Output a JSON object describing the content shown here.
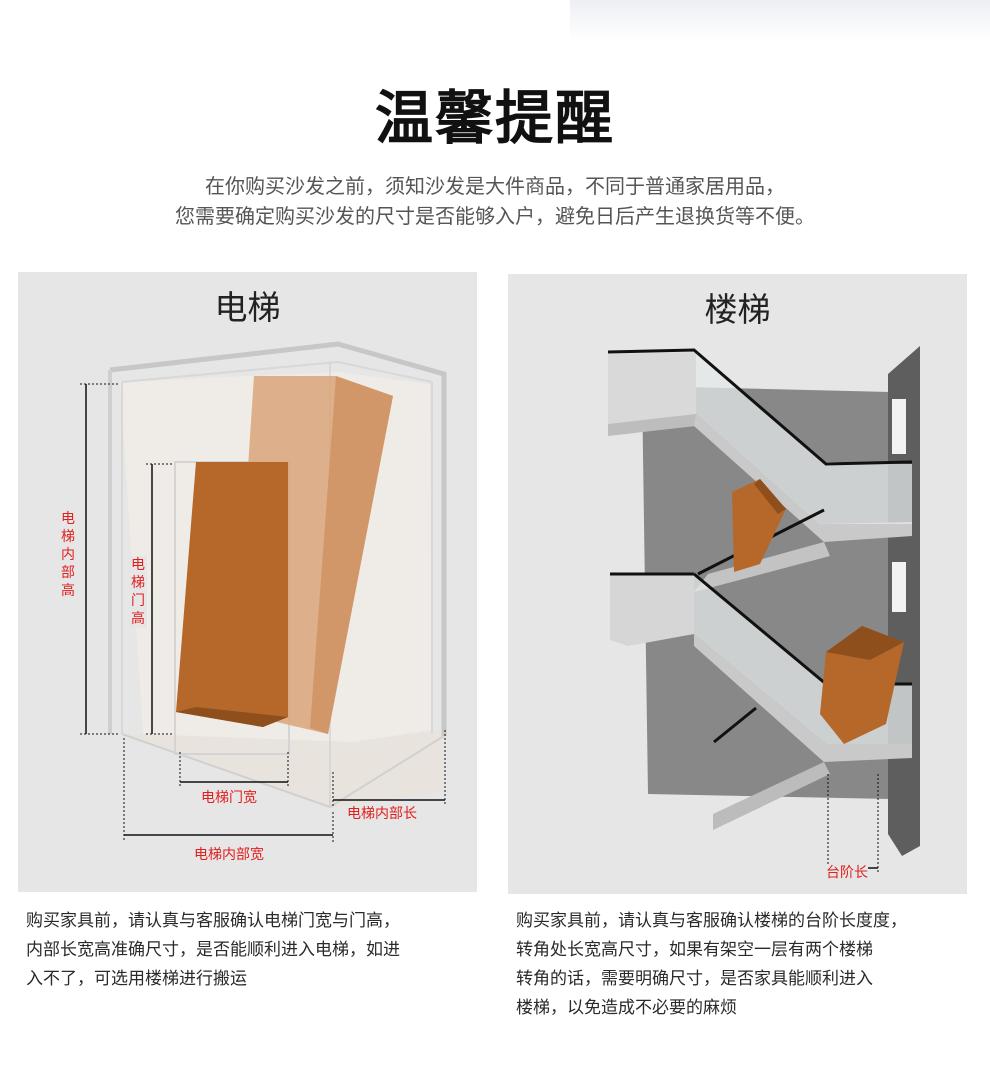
{
  "heading": {
    "title": "温馨提醒"
  },
  "intro": {
    "line1": "在你购买沙发之前，须知沙发是大件商品，不同于普通家居用品，",
    "line2": "您需要确定购买沙发的尺寸是否能够入户，避免日后产生退换货等不便。"
  },
  "elevator": {
    "title": "电梯",
    "labels": {
      "inner_height": "电梯内部高",
      "door_height": "电梯门高",
      "door_width": "电梯门宽",
      "inner_length": "电梯内部长",
      "inner_width": "电梯内部宽"
    },
    "caption": [
      "购买家具前，请认真与客服确认电梯门宽与门高，",
      "内部长宽高准确尺寸，是否能顺利进入电梯，如进",
      "入不了，可选用楼梯进行搬运"
    ]
  },
  "stairs": {
    "title": "楼梯",
    "labels": {
      "step_length": "台阶长"
    },
    "caption": [
      "购买家具前，请认真与客服确认楼梯的台阶长度度，",
      "转角处长宽高尺寸，如果有架空一层有两个楼梯",
      "转角的话，需要明确尺寸，是否家具能顺利进入",
      "楼梯，以免造成不必要的麻烦"
    ]
  },
  "colors": {
    "accent_red": "#e0201e",
    "panel_bg": "#e6e6e6",
    "sofa_box": "#b5682a",
    "sofa_box_light": "#d9a57a",
    "stair_wall": "#888888"
  }
}
